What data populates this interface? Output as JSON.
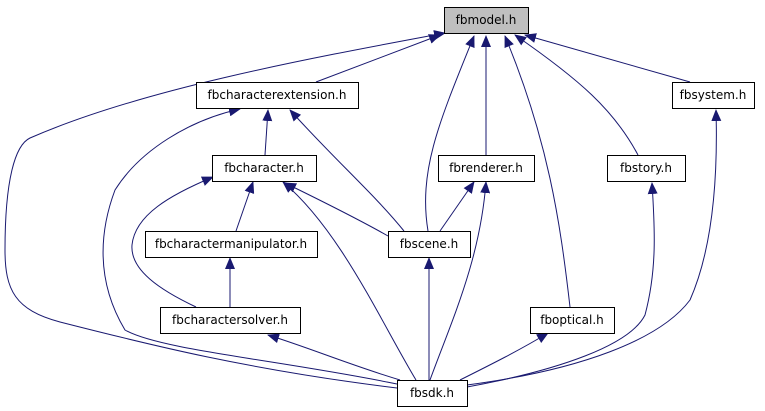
{
  "diagram": {
    "nodes": [
      {
        "id": "fbmodel",
        "label": "fbmodel.h",
        "highlighted": true
      },
      {
        "id": "fbcharacterextension",
        "label": "fbcharacterextension.h"
      },
      {
        "id": "fbsystem",
        "label": "fbsystem.h"
      },
      {
        "id": "fbcharacter",
        "label": "fbcharacter.h"
      },
      {
        "id": "fbrenderer",
        "label": "fbrenderer.h"
      },
      {
        "id": "fbstory",
        "label": "fbstory.h"
      },
      {
        "id": "fbcharactermanipulator",
        "label": "fbcharactermanipulator.h"
      },
      {
        "id": "fbscene",
        "label": "fbscene.h"
      },
      {
        "id": "fbcharactersolver",
        "label": "fbcharactersolver.h"
      },
      {
        "id": "fboptical",
        "label": "fboptical.h"
      },
      {
        "id": "fbsdk",
        "label": "fbsdk.h"
      }
    ],
    "edges": [
      {
        "from": "fbcharacterextension",
        "to": "fbmodel"
      },
      {
        "from": "fbsystem",
        "to": "fbmodel"
      },
      {
        "from": "fbrenderer",
        "to": "fbmodel"
      },
      {
        "from": "fbstory",
        "to": "fbmodel"
      },
      {
        "from": "fbscene",
        "to": "fbmodel"
      },
      {
        "from": "fboptical",
        "to": "fbmodel"
      },
      {
        "from": "fbsdk",
        "to": "fbmodel"
      },
      {
        "from": "fbcharacter",
        "to": "fbcharacterextension"
      },
      {
        "from": "fbscene",
        "to": "fbcharacterextension"
      },
      {
        "from": "fbsdk",
        "to": "fbcharacterextension"
      },
      {
        "from": "fbcharactermanipulator",
        "to": "fbcharacter"
      },
      {
        "from": "fbscene",
        "to": "fbcharacter"
      },
      {
        "from": "fbcharactersolver",
        "to": "fbcharacter"
      },
      {
        "from": "fbsdk",
        "to": "fbcharacter"
      },
      {
        "from": "fbscene",
        "to": "fbrenderer"
      },
      {
        "from": "fbsdk",
        "to": "fbrenderer"
      },
      {
        "from": "fbcharactersolver",
        "to": "fbcharactermanipulator"
      },
      {
        "from": "fbsdk",
        "to": "fbscene"
      },
      {
        "from": "fbsdk",
        "to": "fbcharactersolver"
      },
      {
        "from": "fbsdk",
        "to": "fboptical"
      },
      {
        "from": "fbsdk",
        "to": "fbstory"
      },
      {
        "from": "fbsdk",
        "to": "fbsystem"
      }
    ],
    "colors": {
      "edge": "#191970",
      "node_fill": "#ffffff",
      "highlight_fill": "#bfbfbf",
      "node_border": "#000000"
    }
  }
}
